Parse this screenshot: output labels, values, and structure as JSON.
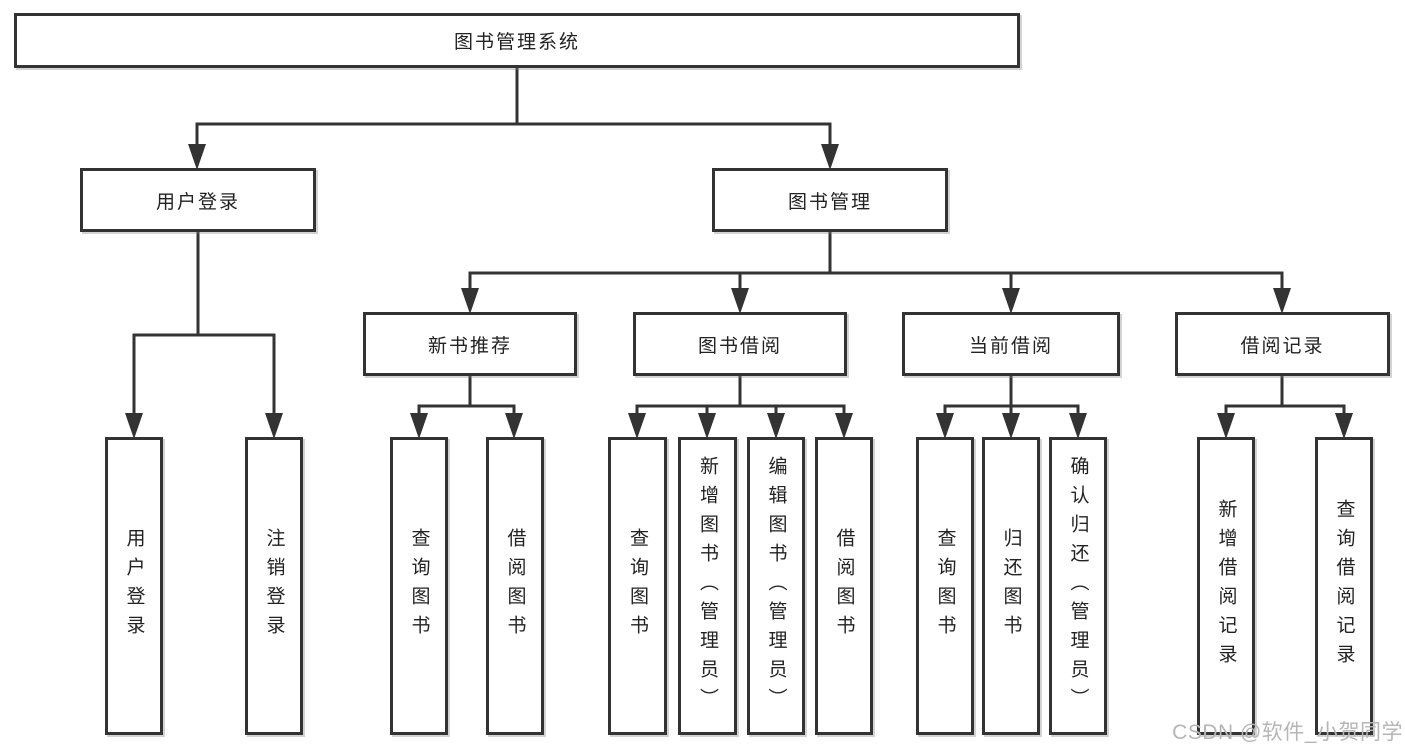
{
  "tree": {
    "root": "图书管理系统",
    "user_login": {
      "label": "用户登录",
      "children": [
        "用户登录",
        "注销登录"
      ]
    },
    "book_mgmt": {
      "label": "图书管理",
      "new_book": {
        "label": "新书推荐",
        "children": [
          "查询图书",
          "借阅图书"
        ]
      },
      "borrowing": {
        "label": "图书借阅",
        "children": [
          "查询图书",
          "新增图书（管理员）",
          "编辑图书（管理员）",
          "借阅图书"
        ]
      },
      "current": {
        "label": "当前借阅",
        "children": [
          "查询图书",
          "归还图书",
          "确认归还（管理员）"
        ]
      },
      "records": {
        "label": "借阅记录",
        "children": [
          "新增借阅记录",
          "查询借阅记录"
        ]
      }
    }
  },
  "watermark": "CSDN @软件_小贺同学",
  "colors": {
    "line": "#333333",
    "node_border": "#333333",
    "node_text": "#222222",
    "watermark": "#b6b6b6",
    "background": "#ffffff"
  }
}
